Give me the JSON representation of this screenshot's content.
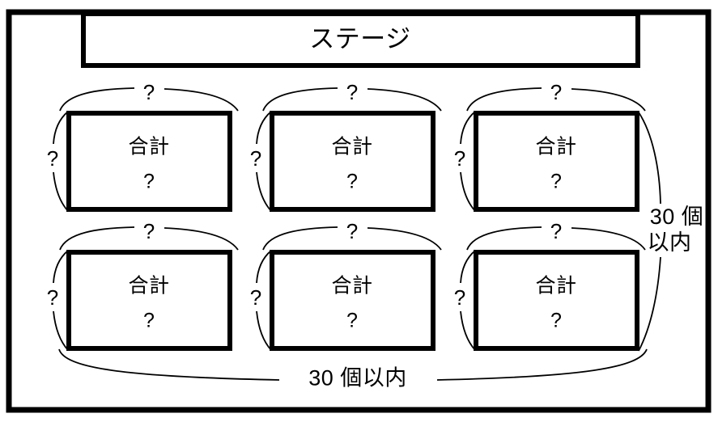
{
  "diagram": {
    "title_text": "ステージ",
    "outer_frame": {
      "name": "room-outline"
    },
    "stage": {
      "label": "ステージ"
    },
    "group_label_top": "合計",
    "group_value": "?",
    "unknown_mark": "?",
    "boxes": [
      {
        "id": "group-1",
        "row": 1,
        "col": 1,
        "title": "合計",
        "value": "?",
        "top_label": "?",
        "left_label": "?"
      },
      {
        "id": "group-2",
        "row": 1,
        "col": 2,
        "title": "合計",
        "value": "?",
        "top_label": "?",
        "left_label": "?"
      },
      {
        "id": "group-3",
        "row": 1,
        "col": 3,
        "title": "合計",
        "value": "?",
        "top_label": "?",
        "left_label": "?"
      },
      {
        "id": "group-4",
        "row": 2,
        "col": 1,
        "title": "合計",
        "value": "?",
        "top_label": "?",
        "left_label": "?"
      },
      {
        "id": "group-5",
        "row": 2,
        "col": 2,
        "title": "合計",
        "value": "?",
        "top_label": "?",
        "left_label": "?"
      },
      {
        "id": "group-6",
        "row": 2,
        "col": 3,
        "title": "合計",
        "value": "?",
        "top_label": "?",
        "left_label": "?"
      }
    ],
    "annotations": {
      "right_brace_line1": "30 個",
      "right_brace_line2": "以内",
      "bottom_brace": "30 個以内"
    },
    "colors": {
      "stroke": "#000000",
      "background": "#ffffff",
      "text": "#000000"
    }
  }
}
